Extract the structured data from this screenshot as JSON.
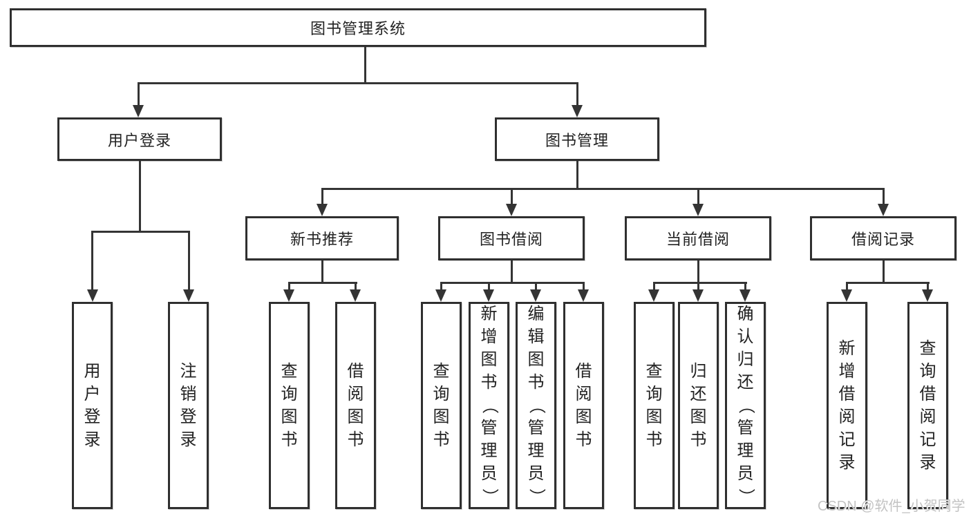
{
  "diagram": {
    "type": "hierarchy-tree",
    "title": "图书管理系统",
    "hierarchy": {
      "图书管理系统": {
        "用户登录": [
          "用户登录",
          "注销登录"
        ],
        "图书管理": {
          "新书推荐": [
            "查询图书",
            "借阅图书"
          ],
          "图书借阅": [
            "查询图书",
            "新增图书（管理员）",
            "编辑图书（管理员）",
            "借阅图书"
          ],
          "当前借阅": [
            "查询图书",
            "归还图书",
            "确认归还（管理员）"
          ],
          "借阅记录": [
            "新增借阅记录",
            "查询借阅记录"
          ]
        }
      }
    }
  },
  "nodes": {
    "root": {
      "label": "图书管理系统"
    },
    "user_login": {
      "label": "用户登录"
    },
    "book_mgmt": {
      "label": "图书管理"
    },
    "ul_login": {
      "label": "用户登录"
    },
    "ul_logout": {
      "label": "注销登录"
    },
    "new_book_rec": {
      "label": "新书推荐"
    },
    "book_borrow": {
      "label": "图书借阅"
    },
    "current_borrow": {
      "label": "当前借阅"
    },
    "borrow_record": {
      "label": "借阅记录"
    },
    "nbr_query": {
      "label": "查询图书"
    },
    "nbr_borrow": {
      "label": "借阅图书"
    },
    "bb_query": {
      "label": "查询图书"
    },
    "bb_add": {
      "label": "新增图书（管理员）"
    },
    "bb_edit": {
      "label": "编辑图书（管理员）"
    },
    "bb_borrow": {
      "label": "借阅图书"
    },
    "cb_query": {
      "label": "查询图书"
    },
    "cb_return": {
      "label": "归还图书"
    },
    "cb_confirm": {
      "label": "确认归还（管理员）"
    },
    "br_add": {
      "label": "新增借阅记录"
    },
    "br_query": {
      "label": "查询借阅记录"
    }
  },
  "colors": {
    "line": "#343434",
    "border": "#2f2f2f",
    "text": "#222222",
    "watermark": "#c3c3c3",
    "background": "#ffffff"
  },
  "watermark": {
    "text": "CSDN @软件_小贺同学"
  }
}
